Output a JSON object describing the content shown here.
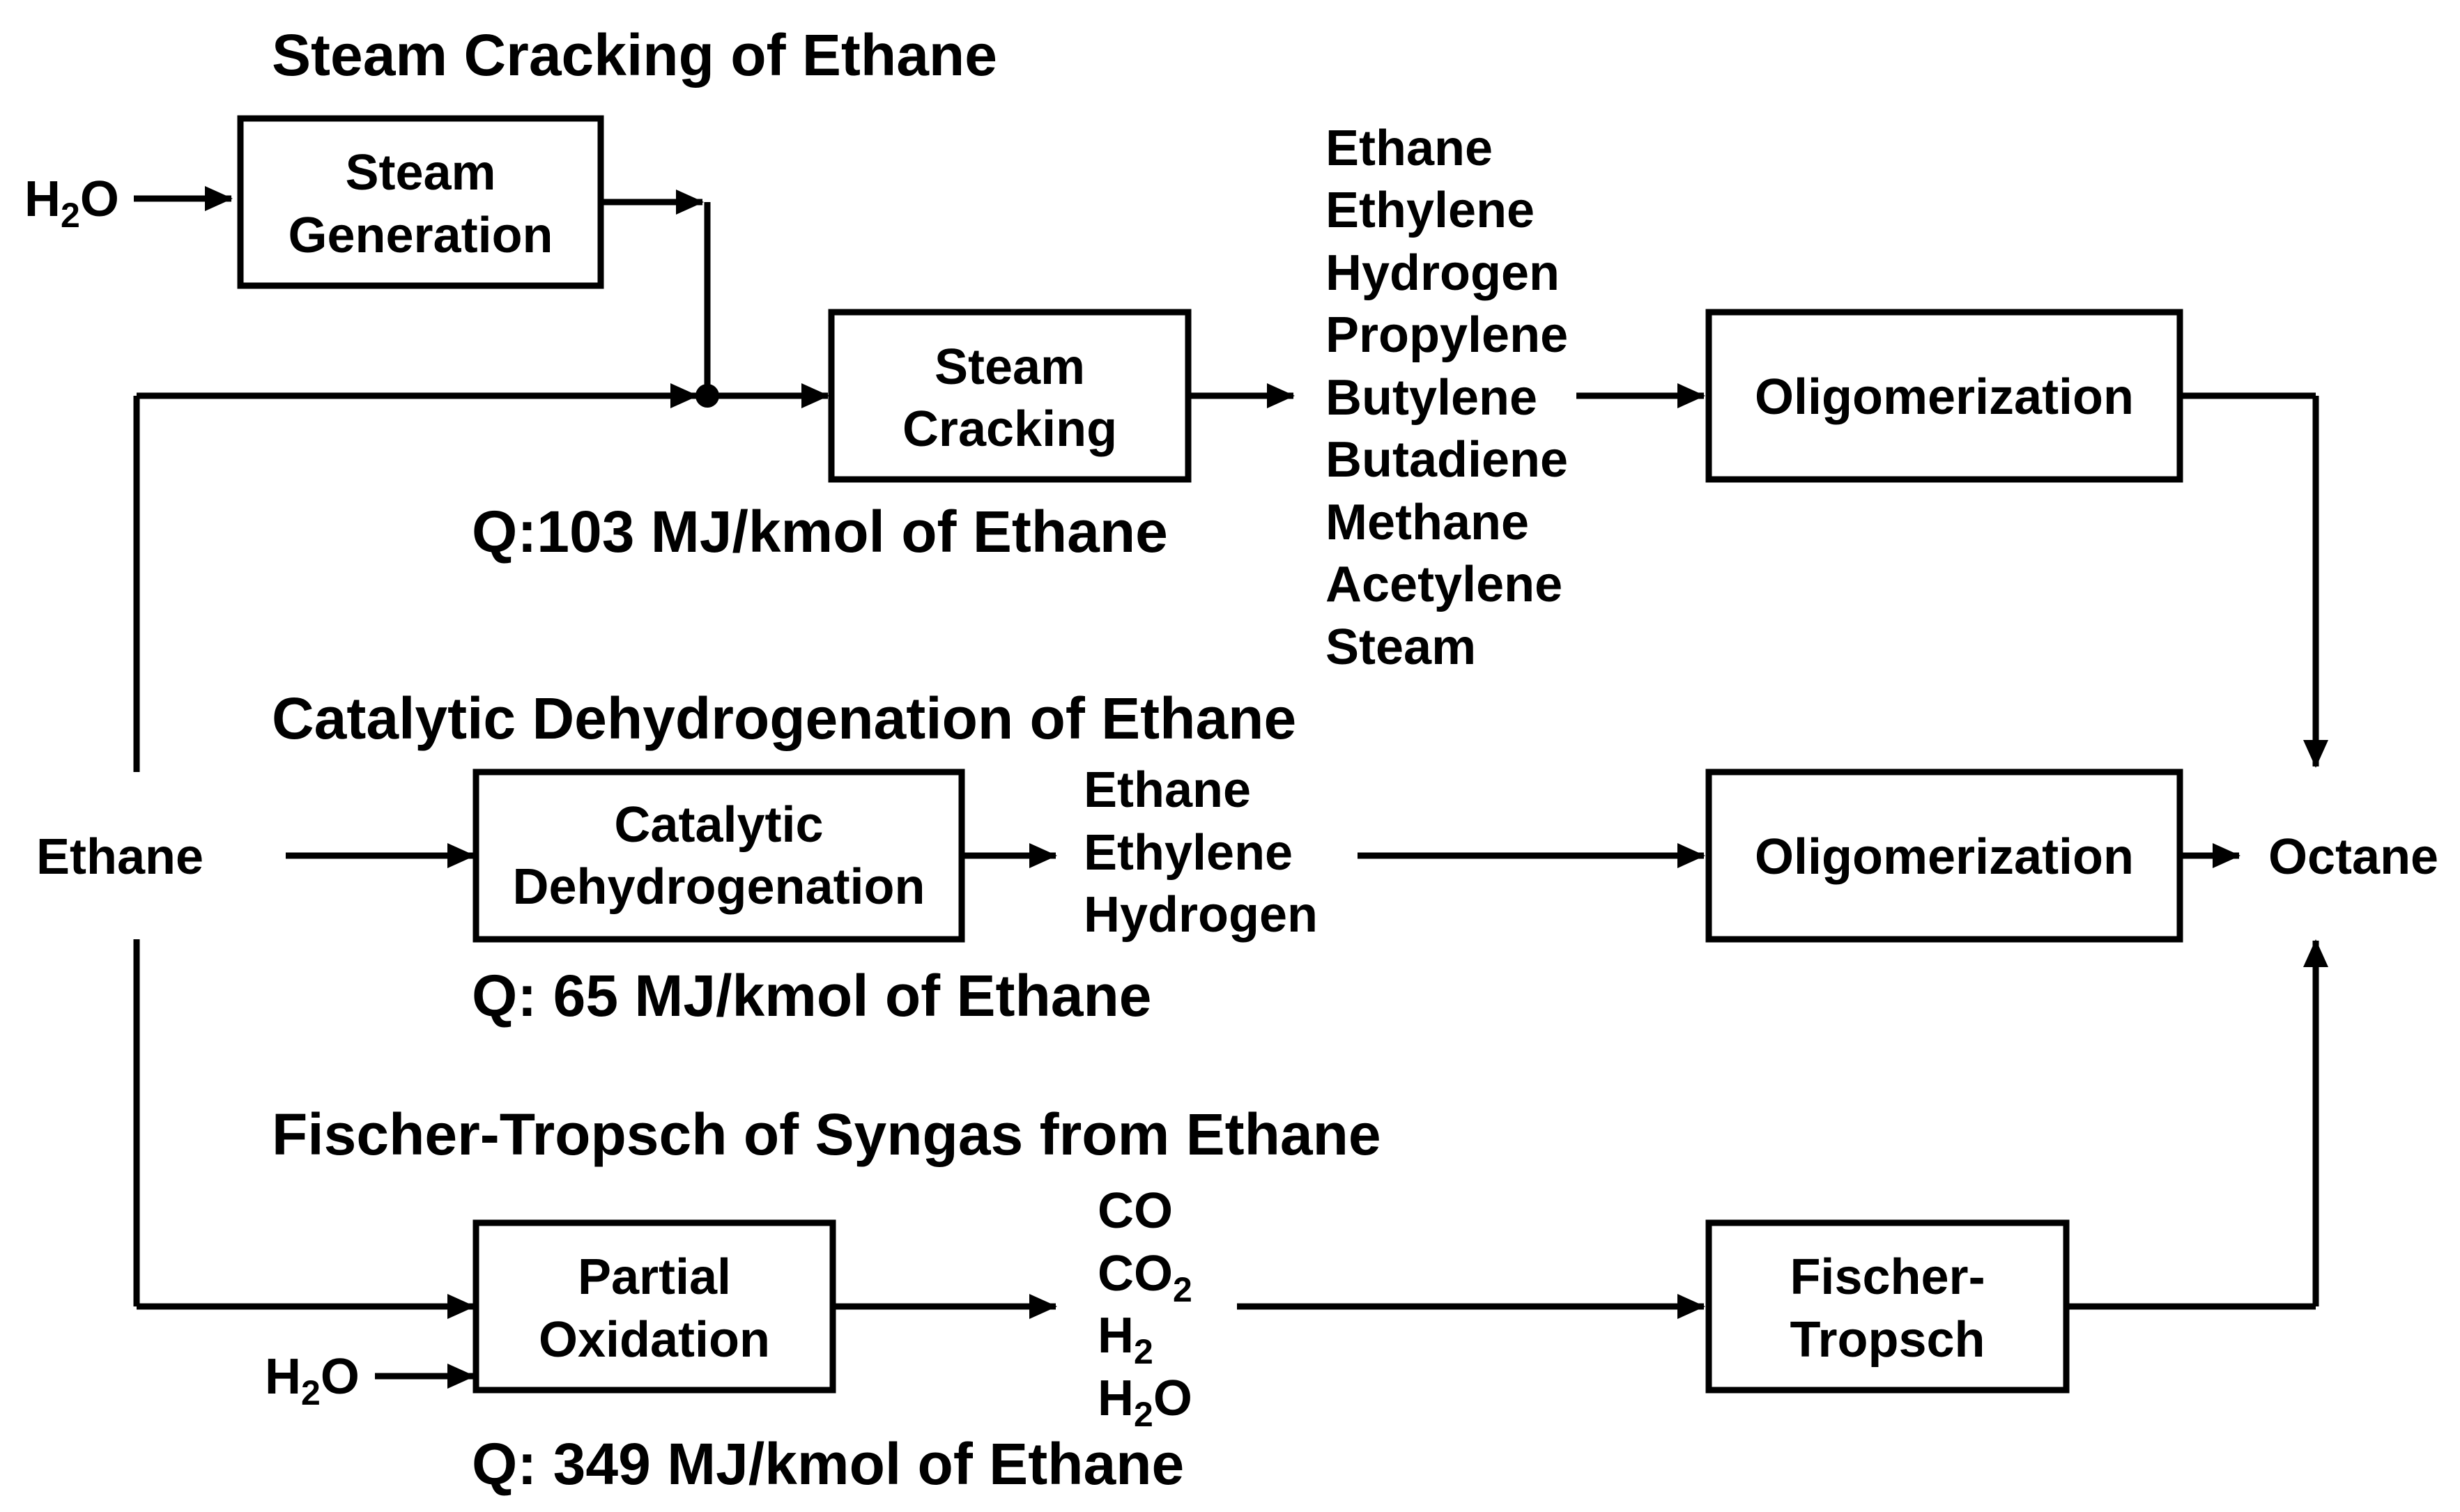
{
  "colors": {
    "accent": "#e06c2c",
    "ink": "#000000"
  },
  "titles": {
    "steam_cracking": "Steam Cracking of Ethane",
    "catalytic": "Catalytic Dehydrogenation of Ethane",
    "ft": "Fischer-Tropsch of Syngas from Ethane"
  },
  "boxes": {
    "steam_generation": [
      "Steam",
      "Generation"
    ],
    "steam_cracking": [
      "Steam",
      "Cracking"
    ],
    "oligomerization_top": [
      "Oligomerization"
    ],
    "catalytic_dehydrogenation": [
      "Catalytic",
      "Dehydrogenation"
    ],
    "oligomerization_mid": [
      "Oligomerization"
    ],
    "partial_oxidation": [
      "Partial",
      "Oxidation"
    ],
    "fischer_tropsch": [
      "Fischer-",
      "Tropsch"
    ]
  },
  "labels": {
    "feed": "Ethane",
    "product": "Octane",
    "water_top": {
      "base": "H",
      "sub": "2",
      "rest": "O"
    },
    "water_bottom": {
      "base": "H",
      "sub": "2",
      "rest": "O"
    }
  },
  "heat_duty": {
    "steam_cracking": "Q:103 MJ/kmol of Ethane",
    "catalytic": "Q: 65 MJ/kmol of Ethane",
    "partial_oxidation": "Q: 349 MJ/kmol of Ethane"
  },
  "streams": {
    "steam_cracking_products": [
      "Ethane",
      "Ethylene",
      "Hydrogen",
      "Propylene",
      "Butylene",
      "Butadiene",
      "Methane",
      "Acetylene",
      "Steam"
    ],
    "catalytic_products": [
      "Ethane",
      "Ethylene",
      "Hydrogen"
    ],
    "syngas_products": [
      {
        "base": "CO",
        "sub": "",
        "rest": ""
      },
      {
        "base": "CO",
        "sub": "2",
        "rest": ""
      },
      {
        "base": "H",
        "sub": "2",
        "rest": ""
      },
      {
        "base": "H",
        "sub": "2",
        "rest": "O"
      }
    ]
  }
}
